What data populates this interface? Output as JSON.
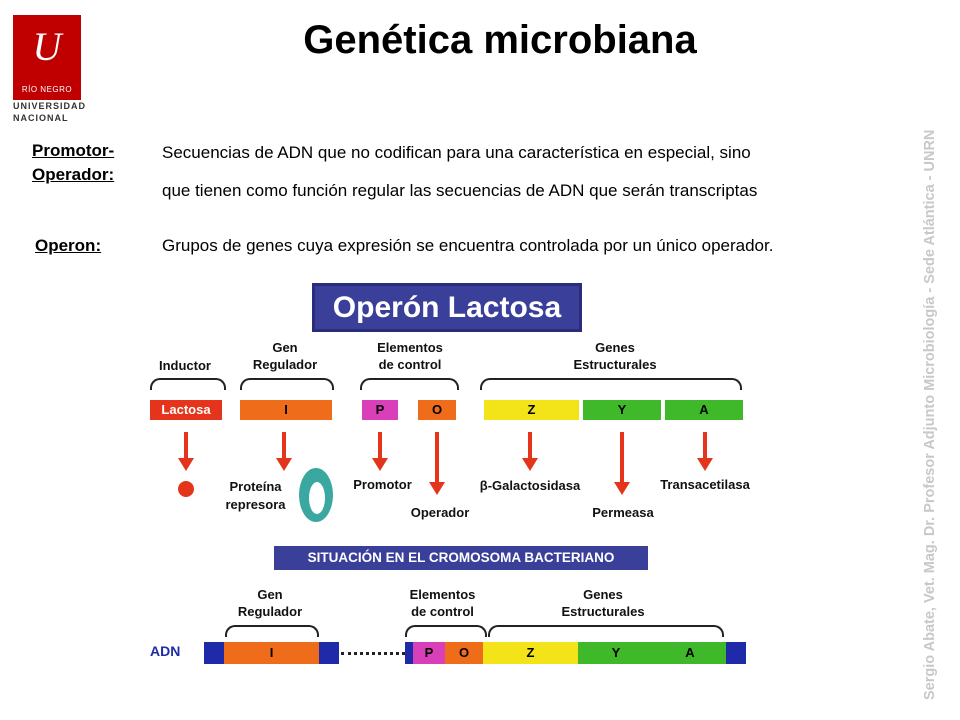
{
  "logo": {
    "mark": "U",
    "sub": "RÍO NEGRO",
    "line1": "UNIVERSIDAD",
    "line2": "NACIONAL"
  },
  "title": "Genética microbiana",
  "definitions": [
    {
      "term_line1": "Promotor-",
      "term_line2": "Operador:",
      "line1": "Secuencias de ADN que no codifican para una característica en especial, sino",
      "line2": "que tienen como función regular las secuencias de ADN que serán transcriptas"
    },
    {
      "term": "Operon:",
      "line1": "Grupos de genes cuya expresión se encuentra controlada por un único operador."
    }
  ],
  "credit": "Sergio Abate, Vet. Mag. Dr.  Profesor Adjunto Microbiología - Sede Atlántica - UNRN",
  "diagram": {
    "banner": "Operón Lactosa",
    "top_labels": {
      "inductor": "Inductor",
      "gen": "Gen",
      "regulador": "Regulador",
      "elementos": "Elementos",
      "control": "de control",
      "genes": "Genes",
      "estructurales": "Estructurales"
    },
    "bar": {
      "lactosa": "Lactosa",
      "i": "I",
      "p": "P",
      "o": "O",
      "z": "Z",
      "y": "Y",
      "a": "A"
    },
    "products": {
      "proteina": "Proteína",
      "represora": "represora",
      "promotor": "Promotor",
      "operador": "Operador",
      "galacto": "β-Galactosidasa",
      "permeasa": "Permeasa",
      "transacetilasa": "Transacetilasa"
    },
    "situacion": "SITUACIÓN EN EL CROMOSOMA BACTERIANO",
    "adn": "ADN",
    "colors": {
      "orange": "#ef6c1a",
      "magenta": "#d93fb8",
      "yellow": "#f2e419",
      "green": "#3fb82a",
      "blue": "#1f2aa8",
      "red": "#e4351c",
      "navy": "#3a3f9a"
    }
  }
}
